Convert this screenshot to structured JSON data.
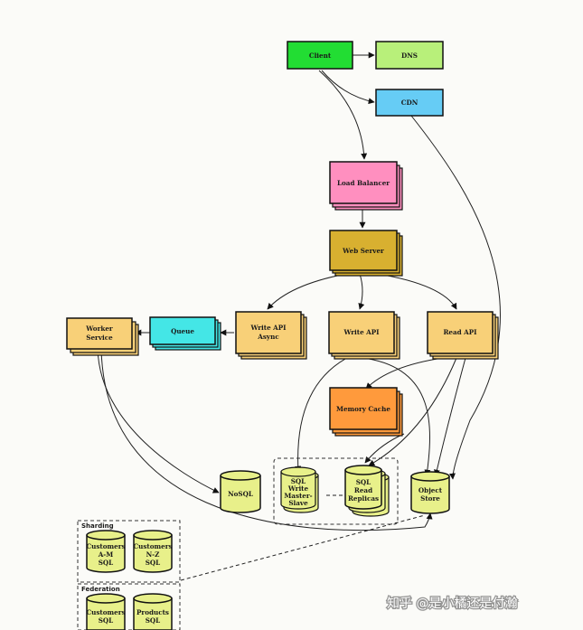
{
  "colors": {
    "green": "#22dd33",
    "lime": "#b8f07a",
    "blue": "#66ccf5",
    "pink": "#ff8fbf",
    "gold": "#d8b030",
    "peach": "#f8d078",
    "cyan": "#44e6e6",
    "orange": "#ff9a3c",
    "cylinder": "#e8f08a"
  },
  "nodes": {
    "client": "Client",
    "dns": "DNS",
    "cdn": "CDN",
    "load_balancer": "Load Balancer",
    "web_server": "Web Server",
    "write_api_async": [
      "Write API",
      "Async"
    ],
    "write_api": "Write API",
    "read_api": "Read API",
    "queue": "Queue",
    "worker_service": [
      "Worker",
      "Service"
    ],
    "memory_cache": "Memory Cache",
    "nosql": "NoSQL",
    "sql_write_master": [
      "SQL",
      "Write",
      "Master-",
      "Slave"
    ],
    "sql_read_replicas": [
      "SQL",
      "Read",
      "Replicas"
    ],
    "object_store": [
      "Object",
      "Store"
    ]
  },
  "groups": {
    "sharding": {
      "title": "Sharding",
      "items": [
        [
          "Customers",
          "A-M",
          "SQL"
        ],
        [
          "Customers",
          "N-Z",
          "SQL"
        ]
      ]
    },
    "federation": {
      "title": "Federation",
      "items": [
        [
          "Customers",
          "SQL"
        ],
        [
          "Products",
          "SQL"
        ]
      ]
    }
  },
  "watermark": "知乎 @是小橘还是付瀚"
}
